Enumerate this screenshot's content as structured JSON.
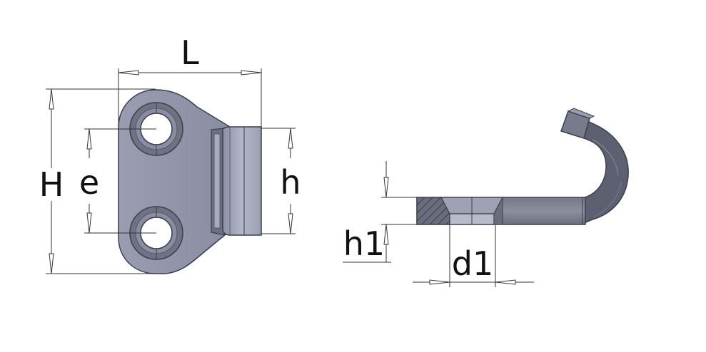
{
  "labels": {
    "L": "L",
    "H": "H",
    "e": "e",
    "h": "h",
    "h1": "h1",
    "d1": "d1"
  },
  "colors": {
    "body_light": "#a3a6b9",
    "body_mid": "#8c8fa3",
    "body_dark": "#5c5f70",
    "edge": "#3c3e4a",
    "hole_ring": "#6f7283",
    "dimension_line": "#333333"
  }
}
